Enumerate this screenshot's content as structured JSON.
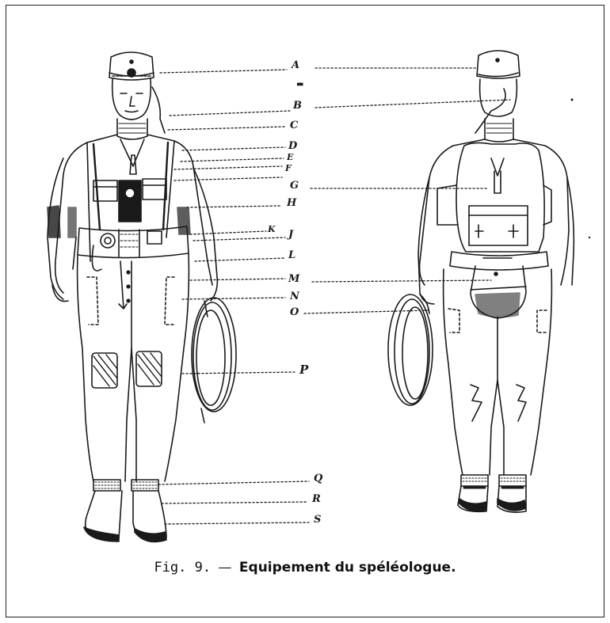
{
  "figure": {
    "labels": [
      "A",
      "B",
      "C",
      "D",
      "E",
      "F",
      "G",
      "H",
      "K",
      "J",
      "L",
      "M",
      "N",
      "O",
      "P",
      "Q",
      "R",
      "S"
    ]
  },
  "caption": {
    "fig_number": "Fig. 9.",
    "dash": "—",
    "title": "Equipement du spéléologue."
  },
  "colors": {
    "ink": "#1a1a1a",
    "paper": "#ffffff"
  }
}
